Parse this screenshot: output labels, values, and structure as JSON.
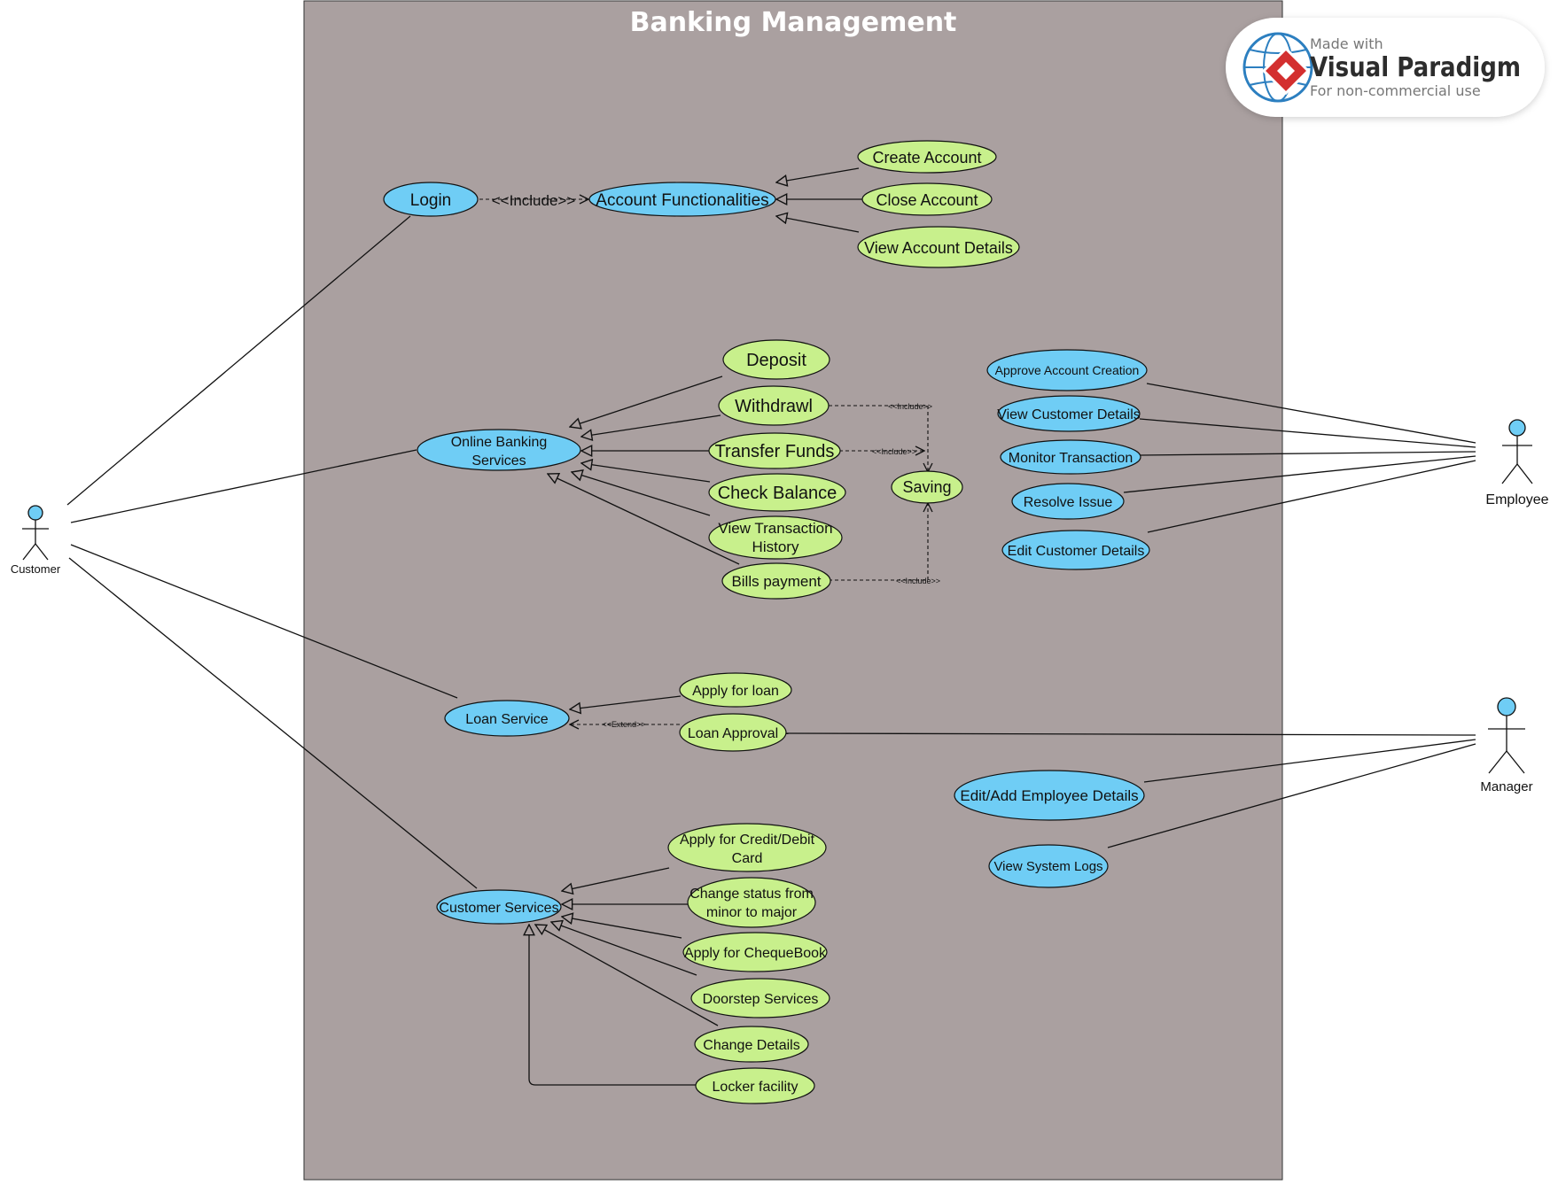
{
  "title": "Banking Management",
  "colors": {
    "system_fill": "#aaa0a0",
    "use_case_blue": "#6fcdf5",
    "use_case_green": "#c8f08c",
    "actor_head": "#6fcdf5",
    "line": "#111111"
  },
  "actors": {
    "customer": "Customer",
    "employee": "Employee",
    "manager": "Manager"
  },
  "use_cases": {
    "login": "Login",
    "account_functionalities": "Account Functionalities",
    "create_account": "Create Account",
    "close_account": "Close Account",
    "view_account_details": "View Account Details",
    "online_banking_1": "Online Banking",
    "online_banking_2": "Services",
    "deposit": "Deposit",
    "withdrawl": "Withdrawl",
    "transfer_funds": "Transfer Funds",
    "check_balance": "Check Balance",
    "view_transaction_1": "View Transaction",
    "view_transaction_2": "History",
    "bills_payment": "Bills payment",
    "saving": "Saving",
    "approve_account_creation": "Approve Account Creation",
    "view_customer_details": "View Customer Details",
    "monitor_transaction": "Monitor Transaction",
    "resolve_issue": "Resolve Issue",
    "edit_customer_details": "Edit Customer Details",
    "loan_service": "Loan Service",
    "apply_for_loan": "Apply for loan",
    "loan_approval": "Loan Approval",
    "edit_add_employee_details": "Edit/Add Employee Details",
    "view_system_logs": "View System Logs",
    "customer_services": "Customer Services",
    "apply_card_1": "Apply for Credit/Debit",
    "apply_card_2": "Card",
    "change_status_1": "Change status from",
    "change_status_2": "minor to major",
    "apply_chequebook": "Apply for ChequeBook",
    "doorstep_services": "Doorstep Services",
    "change_details": "Change Details",
    "locker_facility": "Locker facility"
  },
  "relations": {
    "include_big": "<<Include>>",
    "include_small": "<<Include>>",
    "extend": "<<Extend>>"
  },
  "watermark": {
    "made_with": "Made with",
    "brand": "Visual Paradigm",
    "note": "For non-commercial use",
    "logo_icon": "visual-paradigm-logo-icon"
  }
}
